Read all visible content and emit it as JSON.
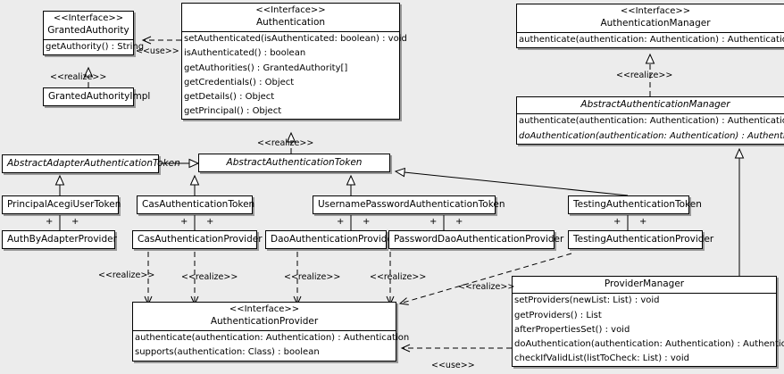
{
  "diagram": {
    "kind": "uml-class-diagram",
    "background": "#ececec",
    "line_color": "#000000",
    "box_fill": "#ffffff"
  },
  "classes": {
    "granted_authority": {
      "stereotype": "<<Interface>>",
      "name": "GrantedAuthority",
      "operations": [
        "getAuthority() : String"
      ]
    },
    "granted_authority_impl": {
      "name": "GrantedAuthorityImpl",
      "operations": []
    },
    "authentication": {
      "stereotype": "<<Interface>>",
      "name": "Authentication",
      "operations": [
        "setAuthenticated(isAuthenticated: boolean) : void",
        "isAuthenticated() : boolean",
        "getAuthorities() : GrantedAuthority[]",
        "getCredentials() : Object",
        "getDetails() : Object",
        "getPrincipal() : Object"
      ]
    },
    "authentication_manager": {
      "stereotype": "<<Interface>>",
      "name": "AuthenticationManager",
      "operations": [
        "authenticate(authentication: Authentication) : Authentication"
      ]
    },
    "abstract_authentication_manager": {
      "name": "AbstractAuthenticationManager",
      "operations": [
        "authenticate(authentication: Authentication) : Authentication",
        "doAuthentication(authentication: Authentication) : Authentication"
      ]
    },
    "abstract_adapter_authentication_token": {
      "name": "AbstractAdapterAuthenticationToken",
      "operations": []
    },
    "abstract_authentication_token": {
      "name": "AbstractAuthenticationToken",
      "operations": []
    },
    "principal_acegi_user_token": {
      "name": "PrincipalAcegiUserToken"
    },
    "cas_authentication_token": {
      "name": "CasAuthenticationToken"
    },
    "username_password_authentication_token": {
      "name": "UsernamePasswordAuthenticationToken"
    },
    "testing_authentication_token": {
      "name": "TestingAuthenticationToken"
    },
    "auth_by_adapter_provider": {
      "name": "AuthByAdapterProvider"
    },
    "cas_authentication_provider": {
      "name": "CasAuthenticationProvider"
    },
    "dao_authentication_provider": {
      "name": "DaoAuthenticationProvider"
    },
    "password_dao_authentication_provider": {
      "name": "PasswordDaoAuthenticationProvider"
    },
    "testing_authentication_provider": {
      "name": "TestingAuthenticationProvider"
    },
    "authentication_provider": {
      "stereotype": "<<Interface>>",
      "name": "AuthenticationProvider",
      "operations": [
        "authenticate(authentication: Authentication) : Authentication",
        "supports(authentication: Class) : boolean"
      ]
    },
    "provider_manager": {
      "name": "ProviderManager",
      "operations": [
        "setProviders(newList: List) : void",
        "getProviders() : List",
        "afterPropertiesSet() : void",
        "doAuthentication(authentication: Authentication) : Authentication",
        "checkIfValidList(listToCheck: List) : void"
      ]
    }
  },
  "relation_labels": {
    "use_authentication_granted": "<<use>>",
    "realize_granted_impl": "<<realize>>",
    "realize_auth_token": "<<realize>>",
    "realize_auth_manager": "<<realize>>",
    "realize_auth_by_adapter": "<<realize>>",
    "realize_cas_provider": "<<realize>>",
    "realize_dao_provider": "<<realize>>",
    "realize_password_dao_provider": "<<realize>>",
    "realize_testing_provider": "<<realize>>",
    "use_provider_manager": "<<use>>"
  },
  "association_markers": {
    "plus": "+"
  }
}
